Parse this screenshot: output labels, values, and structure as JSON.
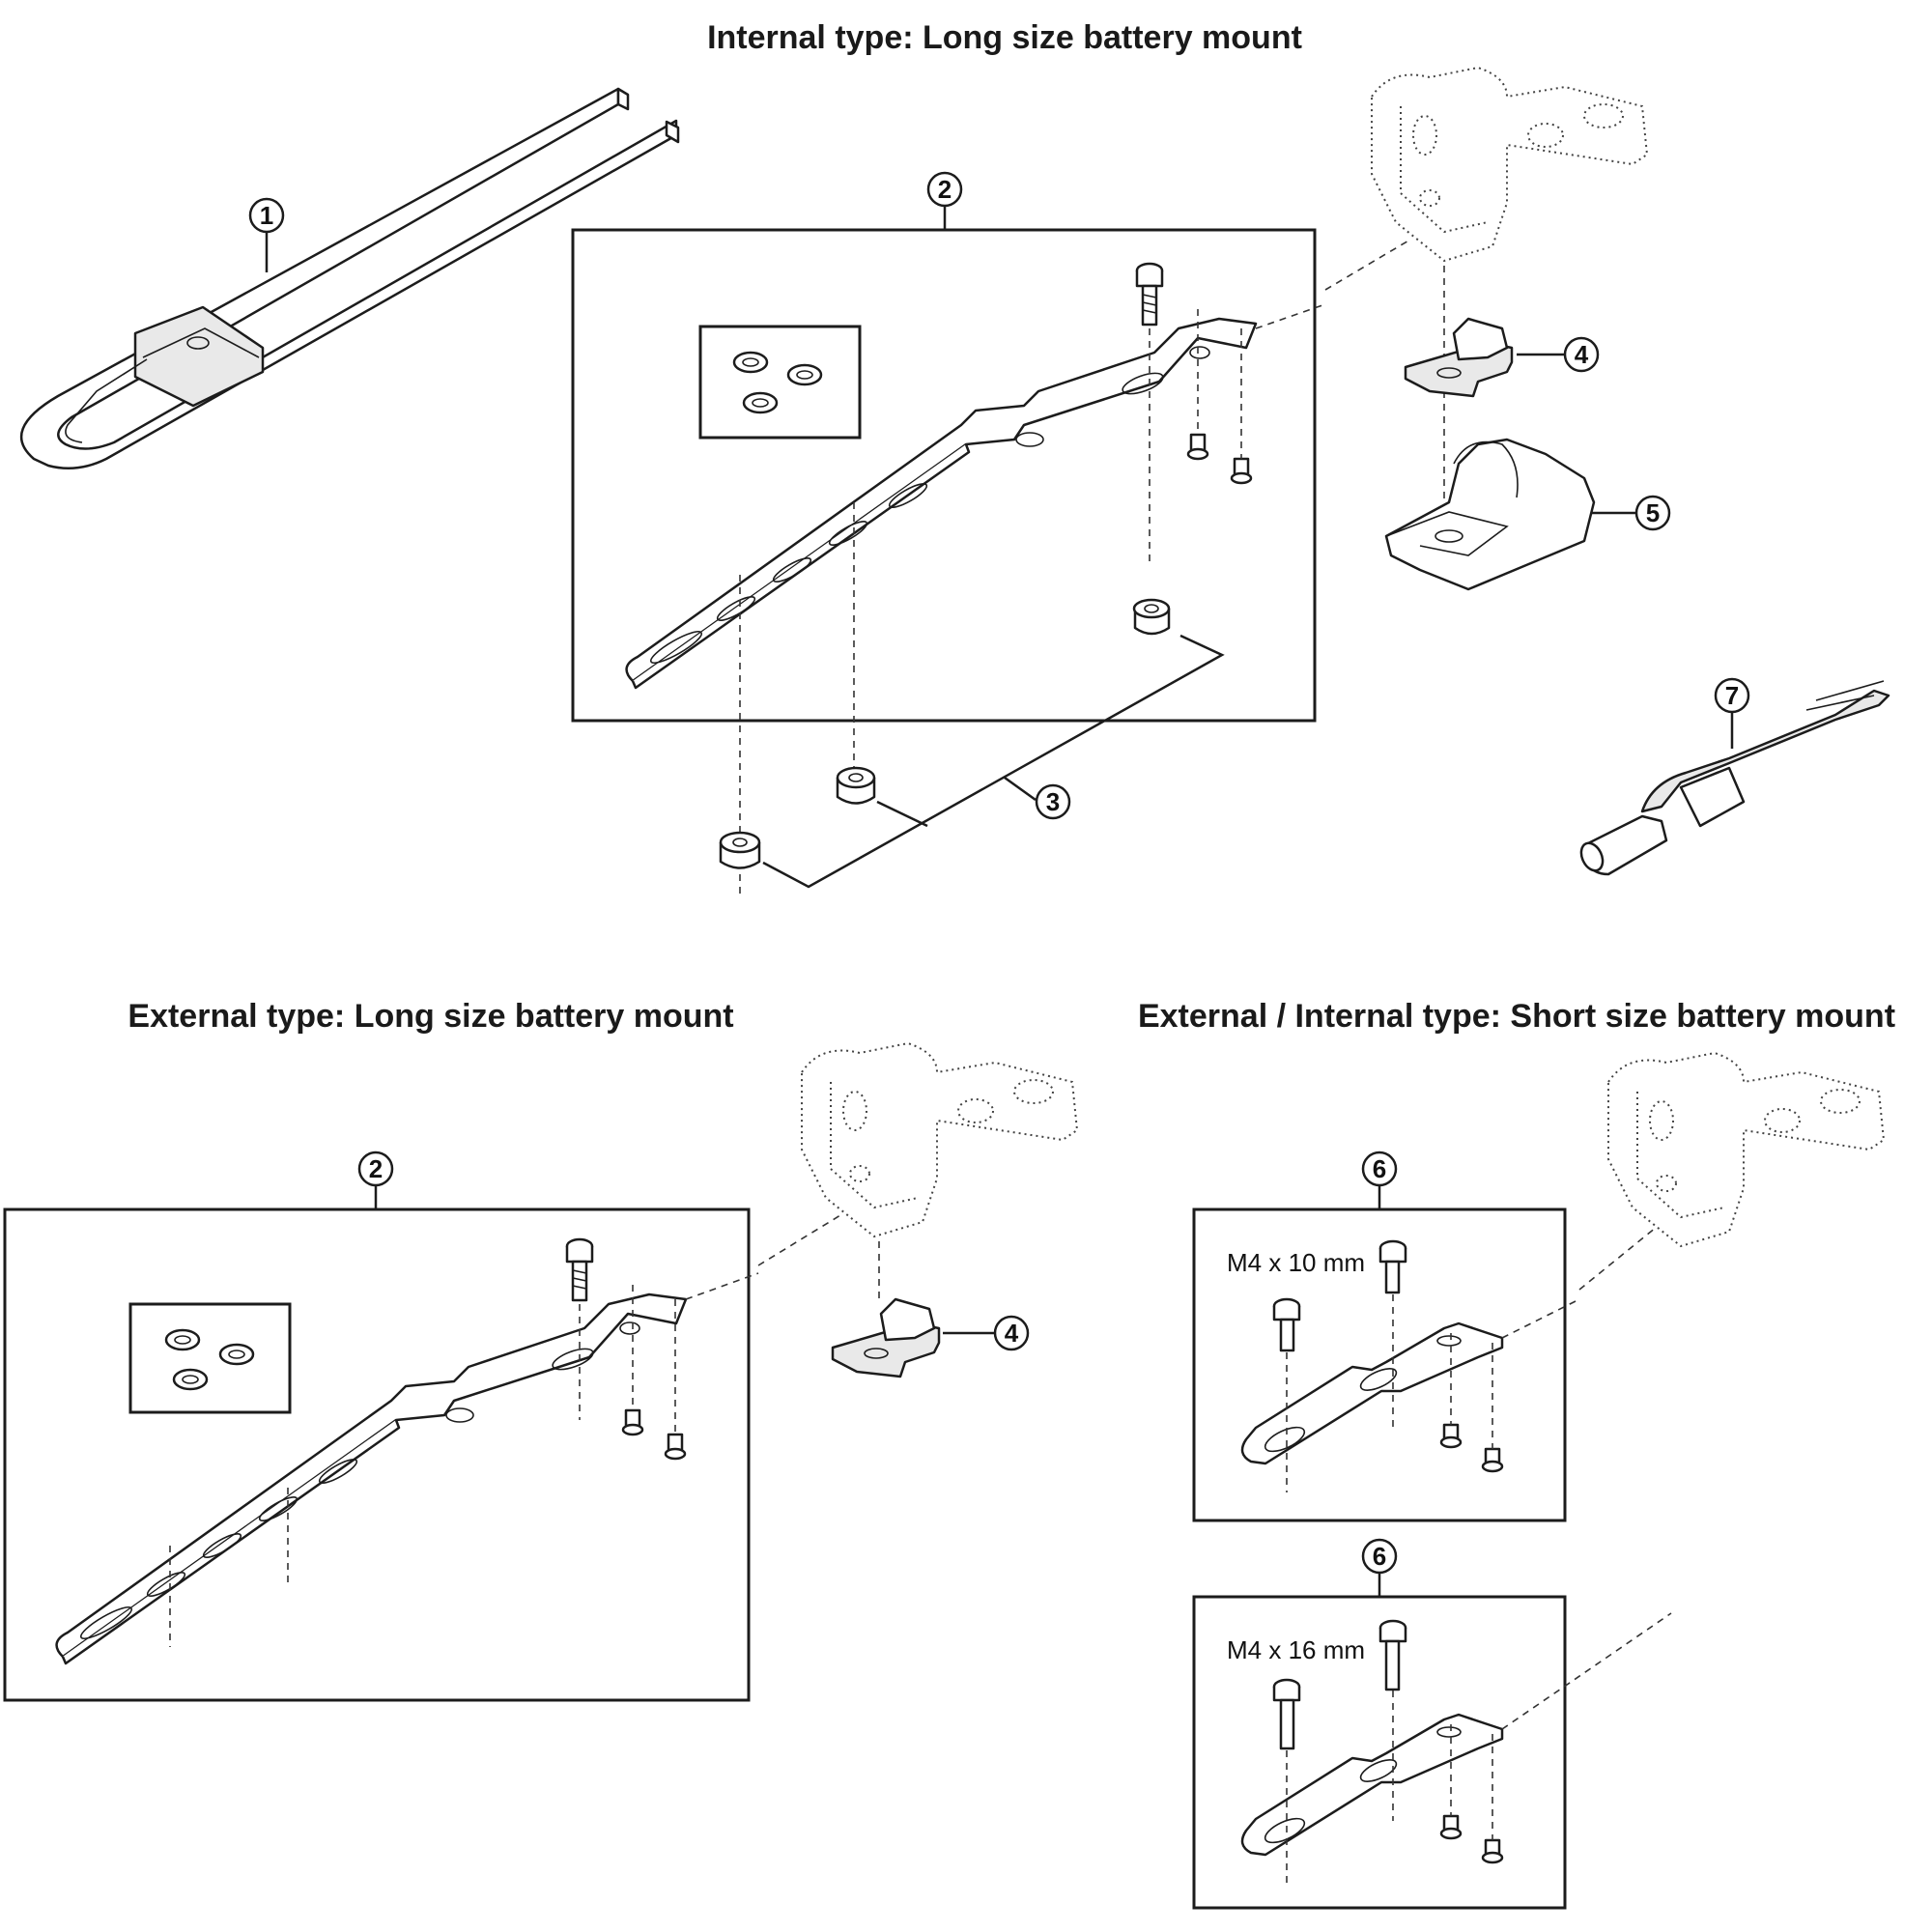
{
  "titles": {
    "internal_long": "Internal type: Long size battery mount",
    "external_long": "External type: Long size battery mount",
    "short": "External / Internal type: Short size battery mount"
  },
  "callouts": {
    "c1": "1",
    "c2_top": "2",
    "c3": "3",
    "c4_top": "4",
    "c5": "5",
    "c7": "7",
    "c2_bottom": "2",
    "c4_bottom": "4",
    "c6_upper": "6",
    "c6_lower": "6"
  },
  "specs": {
    "bolt_short": "M4 x 10 mm",
    "bolt_long": "M4 x 16 mm"
  }
}
